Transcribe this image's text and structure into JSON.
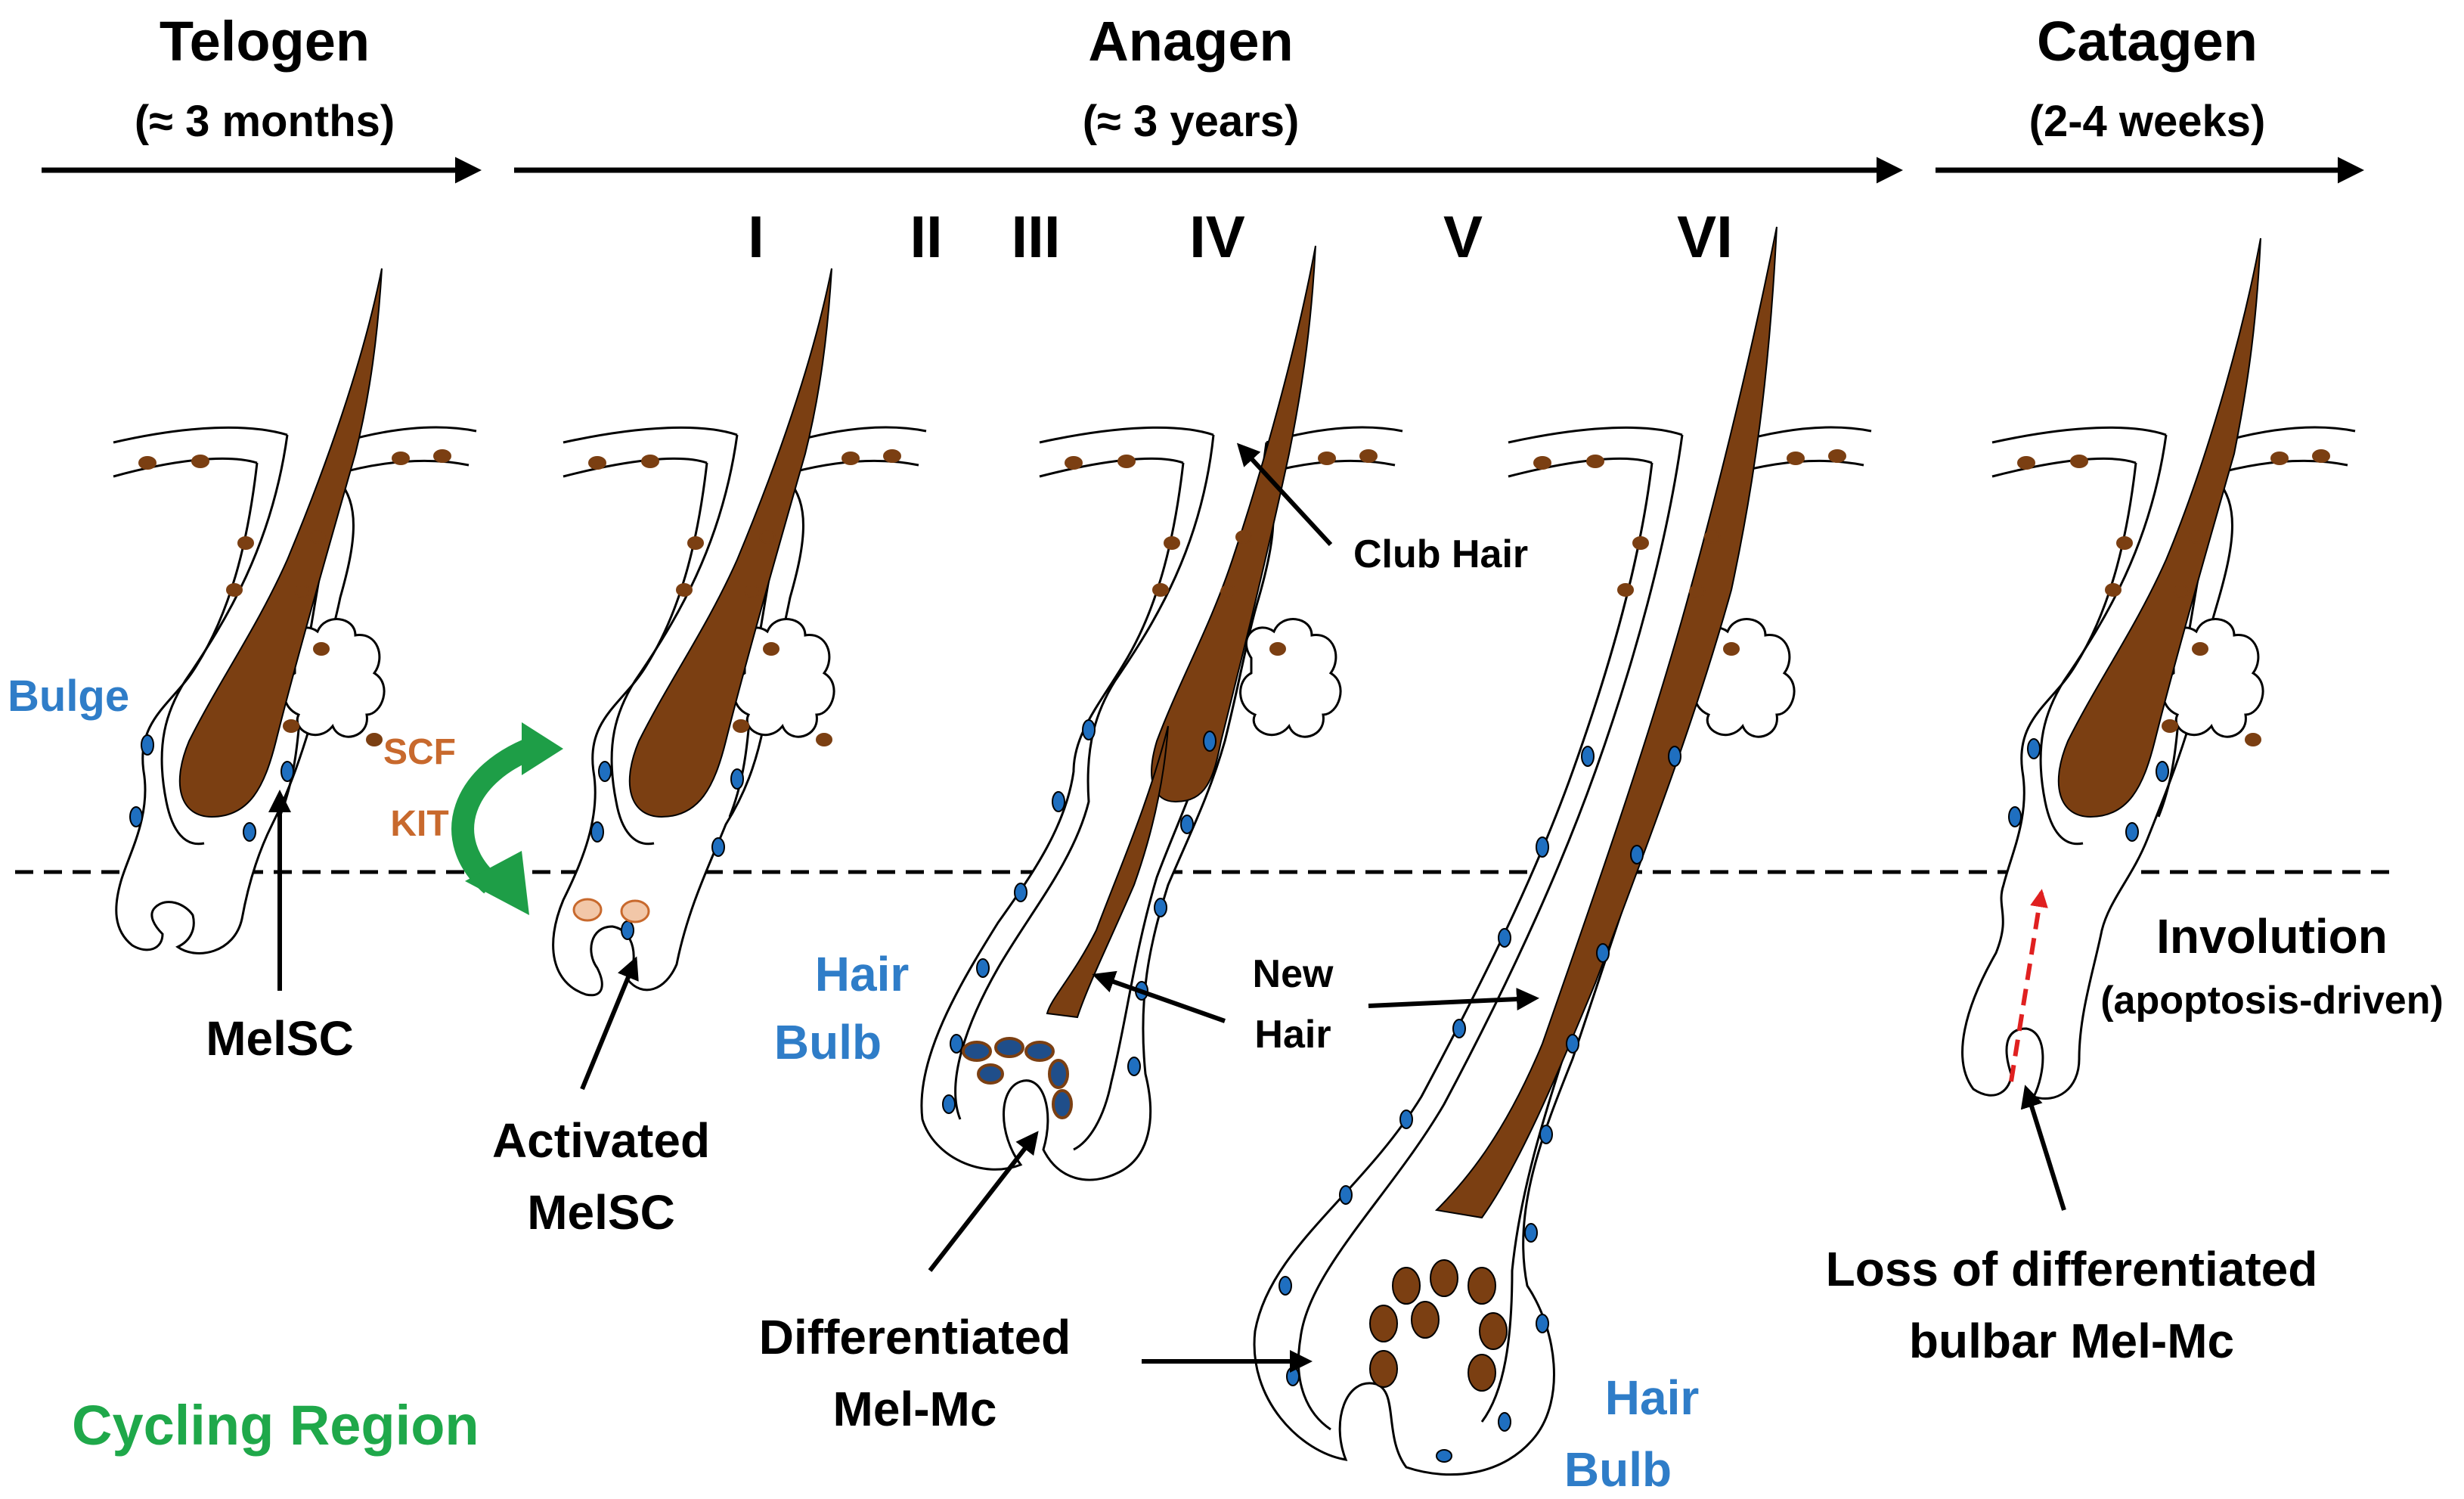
{
  "phases": {
    "telogen": {
      "title": "Telogen",
      "duration": "(≈ 3 months)"
    },
    "anagen": {
      "title": "Anagen",
      "duration": "(≈ 3 years)"
    },
    "catagen": {
      "title": "Catagen",
      "duration": "(2-4 weeks)"
    }
  },
  "stages": [
    "I",
    "II",
    "III",
    "IV",
    "V",
    "VI"
  ],
  "labels": {
    "bulge": "Bulge",
    "melsc": "MelSC",
    "scf": "SCF",
    "kit": "KIT",
    "activated_1": "Activated",
    "activated_2": "MelSC",
    "club_hair": "Club Hair",
    "new_hair_1": "New",
    "new_hair_2": "Hair",
    "hair_bulb_a_1": "Hair",
    "hair_bulb_a_2": "Bulb",
    "hair_bulb_b_1": "Hair",
    "hair_bulb_b_2": "Bulb",
    "differentiated_1": "Differentiated",
    "differentiated_2": "Mel-Mc",
    "involution": "Involution",
    "involution_sub": "(apoptosis-driven)",
    "loss_1": "Loss of differentiated",
    "loss_2": "bulbar Mel-Mc",
    "cycling_region": "Cycling Region"
  },
  "colors": {
    "hair": "#7b3f12",
    "melsc_blue": "#1f6fc0",
    "label_blue": "#2f7dc8",
    "label_orange": "#c8692d",
    "label_green": "#1fa84a",
    "arrow_green": "#1e9e47",
    "dashed_red": "#e02020",
    "outline": "#000000"
  }
}
